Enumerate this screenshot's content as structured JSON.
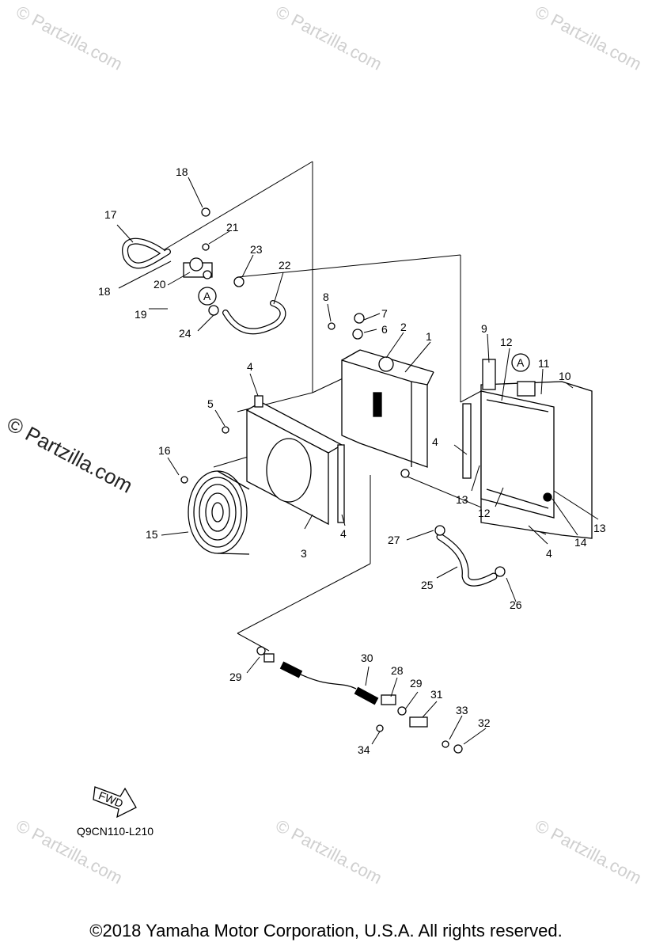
{
  "watermark": "© Partzilla.com",
  "side_watermark": "© Partzilla.com",
  "diagram_code": "Q9CN110-L210",
  "fwd_label": "FWD",
  "marker_label": "A",
  "copyright": "©2018  Yamaha Motor Corporation, U.S.A. All rights reserved.",
  "callouts": [
    "1",
    "2",
    "3",
    "4",
    "5",
    "6",
    "7",
    "8",
    "9",
    "10",
    "11",
    "12",
    "13",
    "14",
    "15",
    "16",
    "17",
    "18",
    "19",
    "20",
    "21",
    "22",
    "23",
    "24",
    "25",
    "26",
    "27",
    "28",
    "29",
    "30",
    "31",
    "32",
    "33",
    "34"
  ]
}
